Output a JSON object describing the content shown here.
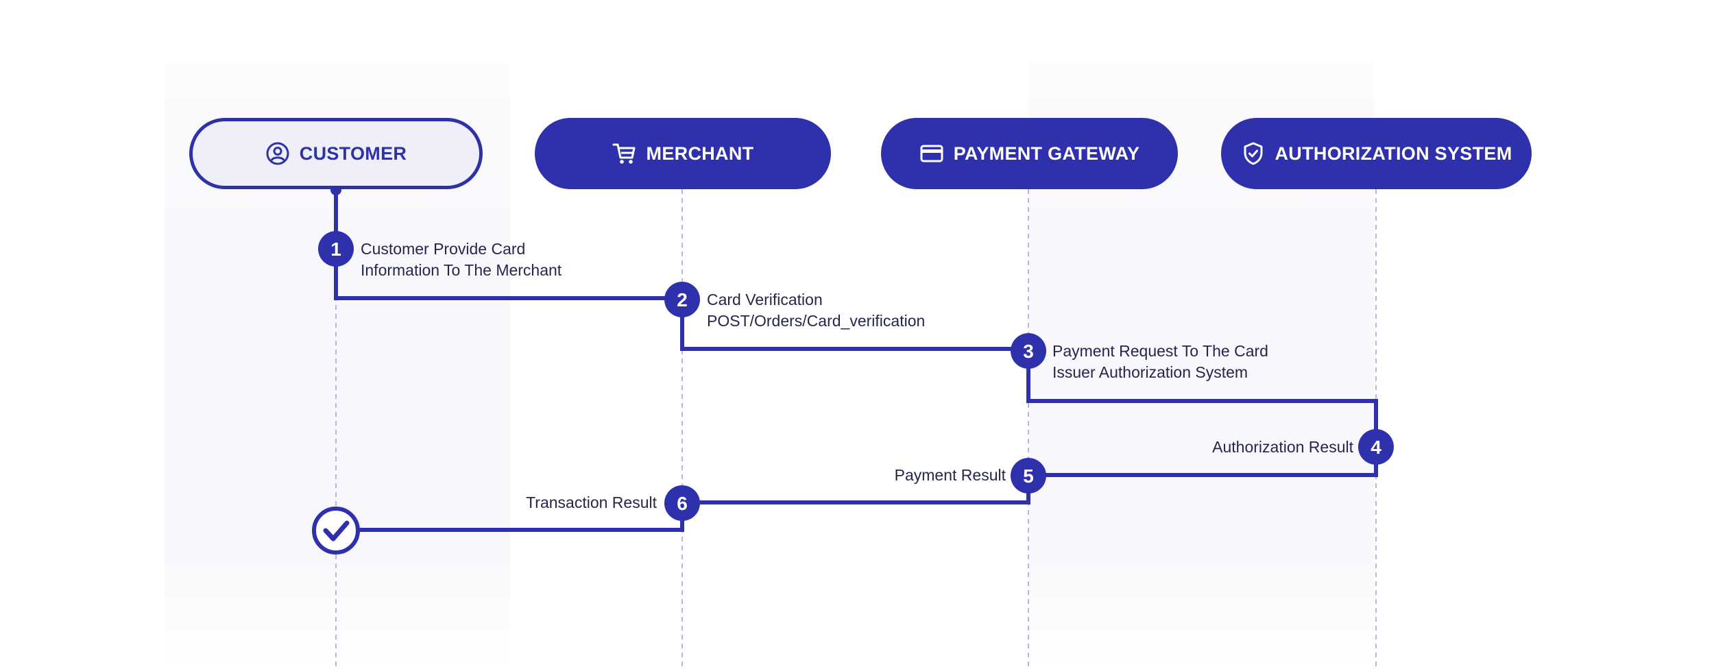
{
  "lanes": [
    {
      "label": "CUSTOMER",
      "icon": "user-circle-icon",
      "style": "outline"
    },
    {
      "label": "MERCHANT",
      "icon": "cart-icon",
      "style": "solid"
    },
    {
      "label": "PAYMENT GATEWAY",
      "icon": "credit-card-icon",
      "style": "solid"
    },
    {
      "label": "AUTHORIZATION SYSTEM",
      "icon": "shield-check-icon",
      "style": "solid"
    }
  ],
  "steps": [
    {
      "number": "1",
      "line1": "Customer Provide Card",
      "line2": "Information To The Merchant"
    },
    {
      "number": "2",
      "line1": "Card Verification",
      "line2": "POST/Orders/Card_verification"
    },
    {
      "number": "3",
      "line1": "Payment Request To The Card",
      "line2": "Issuer Authorization System"
    },
    {
      "number": "4",
      "line1": "Authorization Result"
    },
    {
      "number": "5",
      "line1": "Payment Result"
    },
    {
      "number": "6",
      "line1": "Transaction Result"
    }
  ],
  "end_marker": {
    "icon": "check-circle-icon"
  },
  "colors": {
    "accent": "#2E31AB",
    "pill_outline_fill": "#EFEFFA",
    "text": "#25264D",
    "lane_divider": "#B4B6E6",
    "lane_band": "#F7F7FC"
  }
}
